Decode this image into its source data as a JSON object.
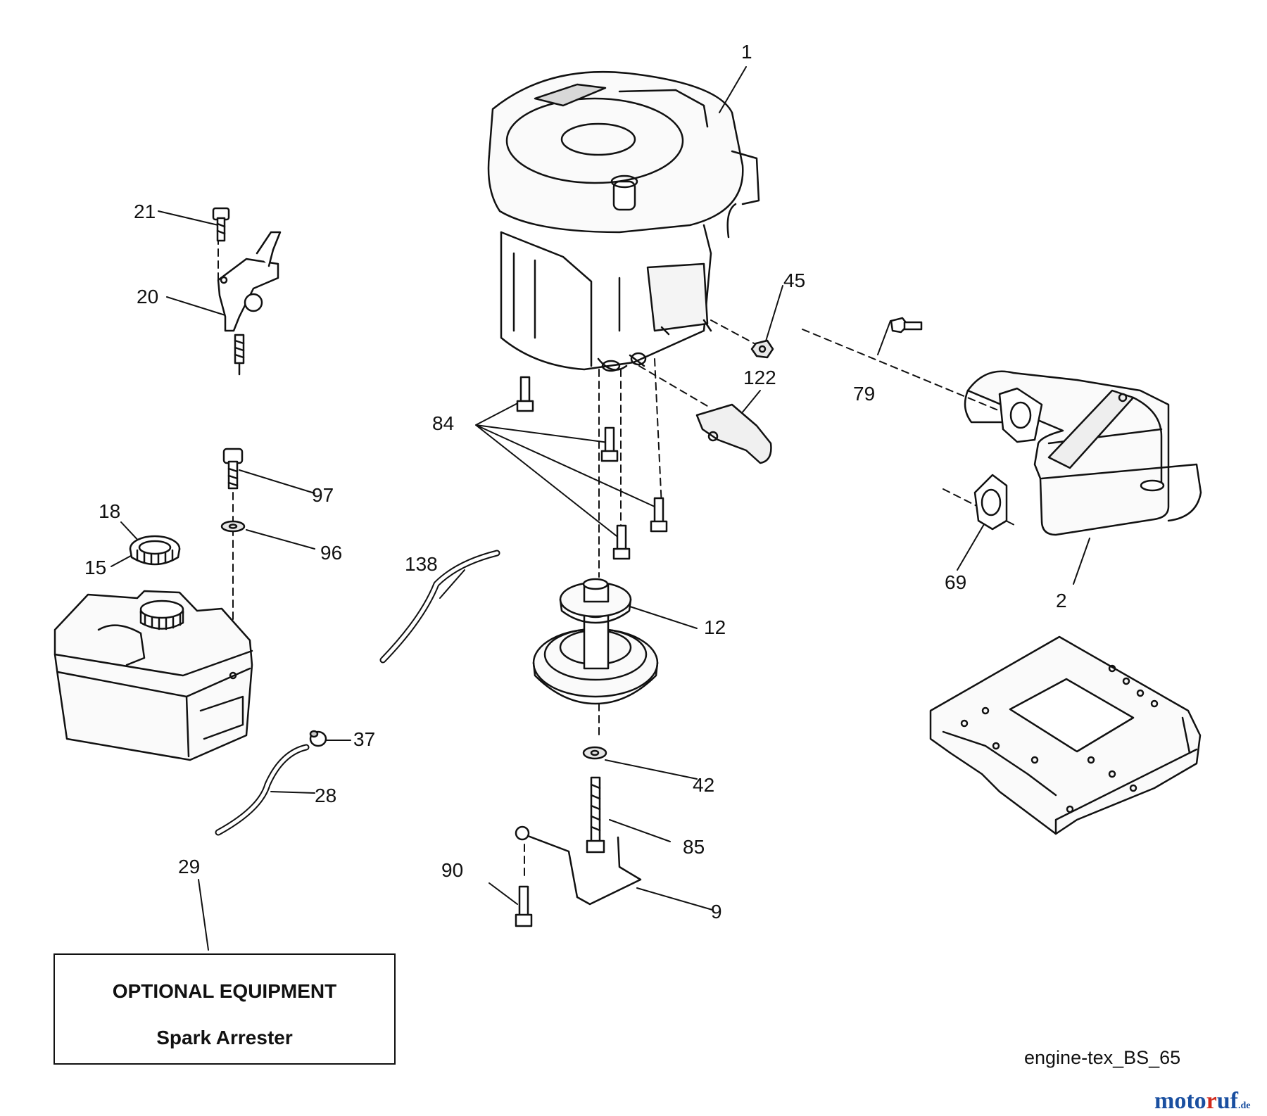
{
  "diagram": {
    "callouts": [
      {
        "id": "1",
        "label": "1"
      },
      {
        "id": "2",
        "label": "2"
      },
      {
        "id": "9",
        "label": "9"
      },
      {
        "id": "12",
        "label": "12"
      },
      {
        "id": "15",
        "label": "15"
      },
      {
        "id": "18",
        "label": "18"
      },
      {
        "id": "20",
        "label": "20"
      },
      {
        "id": "21",
        "label": "21"
      },
      {
        "id": "28",
        "label": "28"
      },
      {
        "id": "29",
        "label": "29"
      },
      {
        "id": "37",
        "label": "37"
      },
      {
        "id": "42",
        "label": "42"
      },
      {
        "id": "45",
        "label": "45"
      },
      {
        "id": "69",
        "label": "69"
      },
      {
        "id": "79",
        "label": "79"
      },
      {
        "id": "84",
        "label": "84"
      },
      {
        "id": "85",
        "label": "85"
      },
      {
        "id": "90",
        "label": "90"
      },
      {
        "id": "96",
        "label": "96"
      },
      {
        "id": "97",
        "label": "97"
      },
      {
        "id": "122",
        "label": "122"
      },
      {
        "id": "138",
        "label": "138"
      }
    ],
    "optional_box": {
      "title": "OPTIONAL EQUIPMENT",
      "item": "Spark Arrester"
    },
    "reference": "engine-tex_BS_65"
  },
  "watermark": {
    "text_main": "moto",
    "text_accent": "r",
    "text_rest": "uf",
    "text_suffix": ".de"
  }
}
